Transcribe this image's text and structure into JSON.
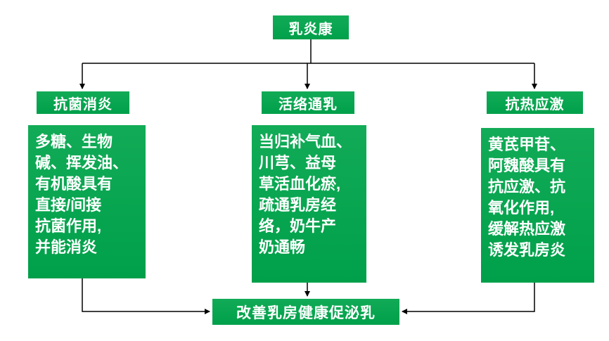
{
  "diagram": {
    "root": {
      "label": "乳炎康"
    },
    "branches": [
      {
        "title": "抗菌消炎",
        "desc": "多糖、生物\n碱、挥发油、\n有机酸具有\n直接/间接\n抗菌作用,\n并能消炎"
      },
      {
        "title": "活络通乳",
        "desc": "当归补气血、\n川芎、益母\n草活血化瘀,\n疏通乳房经\n络，奶牛产\n奶通畅"
      },
      {
        "title": "抗热应激",
        "desc": "黄芪甲苷、\n阿魏酸具有\n抗应激、抗\n氧化作用,\n缓解热应激\n诱发乳房炎"
      }
    ],
    "result": {
      "label": "改善乳房健康促泌乳"
    },
    "colors": {
      "box_green": "#00A04A",
      "box_green_light": "#12AB57",
      "text": "#FFFFFF",
      "arrow": "#000000",
      "background": "#FFFFFF"
    }
  }
}
